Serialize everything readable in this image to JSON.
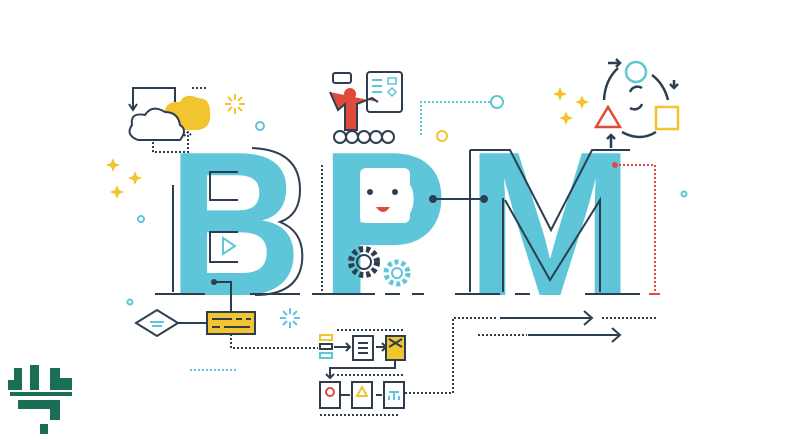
{
  "illustration": {
    "headline_letters": [
      "B",
      "P",
      "M"
    ],
    "colors": {
      "letter_fill": "#5ec6d8",
      "outline": "#2c3e50",
      "accent_yellow": "#f2c530",
      "accent_red": "#e04a3a",
      "logo_green": "#1a6e55"
    },
    "icons": [
      "brain-cloud-icon",
      "presenter-icon",
      "gear-icon",
      "cycle-shapes-icon",
      "flowchart-icon",
      "decision-diamond-icon",
      "sparkle-icon",
      "arrow-icon",
      "logo-icon"
    ]
  }
}
